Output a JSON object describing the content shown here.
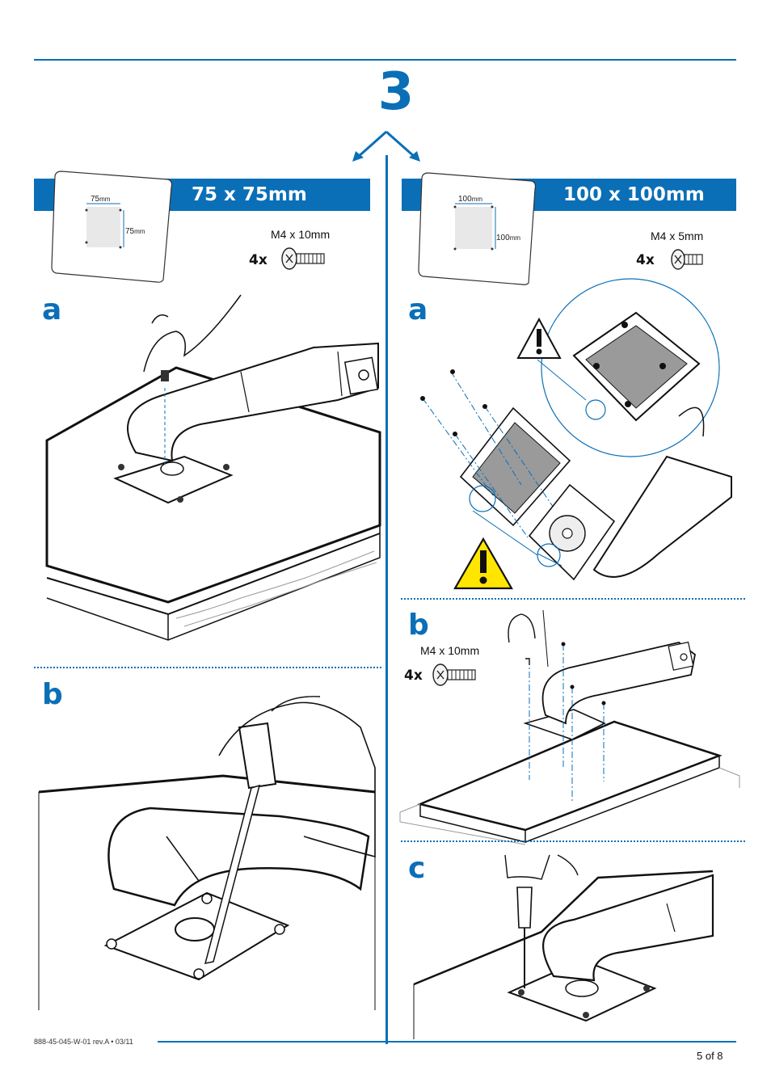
{
  "step": {
    "number": "3"
  },
  "left": {
    "title": "75 x 75mm",
    "dims": {
      "w": "75",
      "h": "75",
      "unit": "mm"
    },
    "screw": {
      "label": "M4 x 10mm",
      "qty": "4x"
    },
    "sections": {
      "a": "a",
      "b": "b"
    }
  },
  "right": {
    "title": "100 x 100mm",
    "dims": {
      "w": "100",
      "h": "100",
      "unit": "mm"
    },
    "screw": {
      "label": "M4 x 5mm",
      "qty": "4x"
    },
    "sections": {
      "a": "a",
      "b": "b",
      "c": "c"
    },
    "b_screw": {
      "label": "M4 x 10mm",
      "qty": "4x"
    }
  },
  "footer": {
    "doc_code": "888-45-045-W-01 rev.A • 03/11",
    "page": "5 of 8"
  },
  "colors": {
    "accent": "#0a6fb7",
    "warning": "#ffe600"
  },
  "icons": [
    "screw-icon",
    "warning-icon",
    "arrow-icon"
  ]
}
